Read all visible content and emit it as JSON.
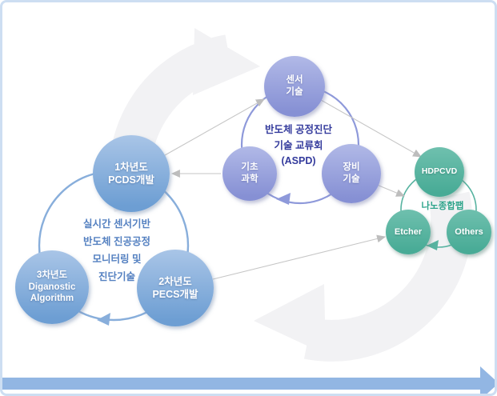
{
  "page": {
    "background": "#ffffff",
    "border_color": "#cddef2"
  },
  "watermark": {
    "description": "large faint cycle swirl arrows",
    "color": "#f2f2f4"
  },
  "left_cluster": {
    "ring_color": "#88aedb",
    "node_color_top": "#a9c5e7",
    "node_color_bottom": "#6d9ed3",
    "caption_color": "#5581c1",
    "caption_lines": [
      "실시간 센서기반",
      "반도체 진공공정",
      "모니터링 및",
      "진단기술"
    ],
    "nodes": {
      "year1": {
        "lines": [
          "1차년도",
          "PCDS개발"
        ]
      },
      "year3": {
        "lines": [
          "3차년도",
          "Diganostic",
          "Algorithm"
        ]
      },
      "year2": {
        "lines": [
          "2차년도",
          "PECS개발"
        ]
      }
    }
  },
  "middle_cluster": {
    "ring_color": "#8e99da",
    "node_color_top": "#b1b9e7",
    "node_color_bottom": "#8690d4",
    "caption_color": "#333a9c",
    "caption_lines": [
      "반도체 공정진단",
      "기술 교류회",
      "(ASPD)"
    ],
    "nodes": {
      "sensor": {
        "lines": [
          "센서",
          "기술"
        ]
      },
      "basic": {
        "lines": [
          "기초",
          "과학"
        ]
      },
      "equipment": {
        "lines": [
          "장비",
          "기술"
        ]
      }
    }
  },
  "right_cluster": {
    "ring_color": "#57b3a0",
    "node_color_top": "#6fc0ae",
    "node_color_bottom": "#48ab96",
    "caption_color": "#2ea48b",
    "caption_lines": [
      "나노종합팹"
    ],
    "nodes": {
      "hdpcvd": {
        "lines": [
          "HDPCVD"
        ]
      },
      "etcher": {
        "lines": [
          "Etcher"
        ]
      },
      "others": {
        "lines": [
          "Others"
        ]
      }
    }
  },
  "connectors": {
    "color": "#c4c4c4",
    "links": [
      {
        "from": "1차년도 PCDS개발",
        "to": "센서 기술"
      },
      {
        "from": "기초 과학",
        "to": "1차년도 PCDS개발"
      },
      {
        "from": "센서 기술",
        "to": "HDPCVD"
      },
      {
        "from": "장비 기술",
        "to": "나노종합팹"
      },
      {
        "from": "2차년도 PECS개발",
        "to": "Etcher"
      }
    ]
  },
  "bottom_arrow": {
    "color": "#92b6e3",
    "direction": "right"
  }
}
